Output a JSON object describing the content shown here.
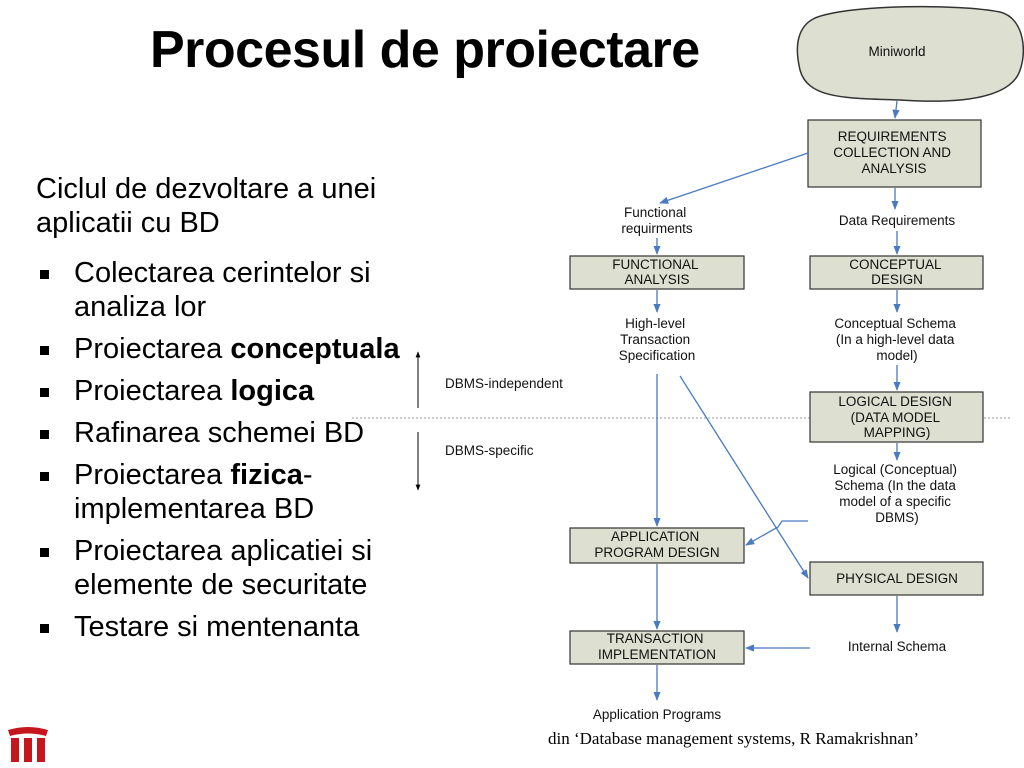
{
  "title": "Procesul de proiectare",
  "intro": "Ciclul de dezvoltare a unei aplicatii cu BD",
  "bullets": [
    {
      "pre": "Colectarea cerintelor si analiza lor",
      "bold": "",
      "post": ""
    },
    {
      "pre": "Proiectarea ",
      "bold": "conceptuala",
      "post": ""
    },
    {
      "pre": "Proiectarea ",
      "bold": "logica",
      "post": ""
    },
    {
      "pre": "Rafinarea schemei BD",
      "bold": "",
      "post": ""
    },
    {
      "pre": "Proiectarea ",
      "bold": "fizica",
      "post": "-implementarea BD"
    },
    {
      "pre": "Proiectarea aplicatiei si elemente de securitate",
      "bold": "",
      "post": ""
    },
    {
      "pre": "Testare si mentenanta",
      "bold": "",
      "post": ""
    }
  ],
  "diagram": {
    "miniworld": "Miniworld",
    "requirements": [
      "REQUIREMENTS",
      "COLLECTION AND",
      "ANALYSIS"
    ],
    "functional_req": [
      "Functional",
      "requirments"
    ],
    "data_req": "Data Requirements",
    "functional_analysis": [
      "FUNCTIONAL",
      "ANALYSIS"
    ],
    "conceptual_design": [
      "CONCEPTUAL",
      "DESIGN"
    ],
    "high_level_spec": [
      "High-level",
      "Transaction",
      "Specification"
    ],
    "conceptual_schema": [
      "Conceptual Schema",
      "(In a high-level data",
      "model)"
    ],
    "dbms_independent": "DBMS-independent",
    "dbms_specific": "DBMS-specific",
    "logical_design": [
      "LOGICAL DESIGN",
      "(DATA MODEL",
      "MAPPING)"
    ],
    "logical_schema": [
      "Logical (Conceptual)",
      "Schema (In the data",
      "model of a specific",
      "DBMS)"
    ],
    "app_program_design": [
      "APPLICATION",
      "PROGRAM DESIGN"
    ],
    "physical_design": "PHYSICAL DESIGN",
    "transaction_impl": [
      "TRANSACTION",
      "IMPLEMENTATION"
    ],
    "internal_schema": "Internal Schema",
    "application_programs": "Application Programs"
  },
  "citation": "din ‘Database management systems, R Ramakrishnan’",
  "colors": {
    "box_fill": "#dddfd0",
    "arrow": "#4a7ac0",
    "logo": "#c4161c"
  }
}
